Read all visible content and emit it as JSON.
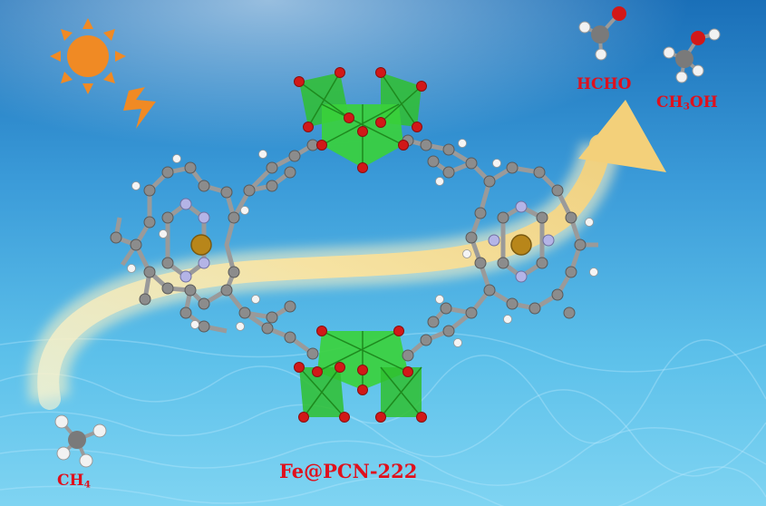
{
  "labels": {
    "reactant_main": "CH",
    "reactant_sub": "4",
    "product1": "HCHO",
    "product2_a": "CH",
    "product2_sub": "3",
    "product2_b": "OH",
    "catalyst": "Fe@PCN-222"
  },
  "colors": {
    "label_red": "#e0101c",
    "water_light": "#7fd0f0",
    "water_dark": "#0f5fa8",
    "sun": "#f08a24",
    "arrow": "#f6d98a",
    "cluster_green": "#35c335",
    "oxygen": "#d21818",
    "carbon": "#8a8a8a",
    "nitrogen": "#b0b0e0",
    "iron": "#b8861a",
    "hydrogen": "#f4f4f4"
  },
  "icons": {
    "sun": "sun-icon",
    "lightning": "lightning-icon",
    "methane": "methane-molecule-icon",
    "formaldehyde": "formaldehyde-molecule-icon",
    "methanol": "methanol-molecule-icon"
  }
}
